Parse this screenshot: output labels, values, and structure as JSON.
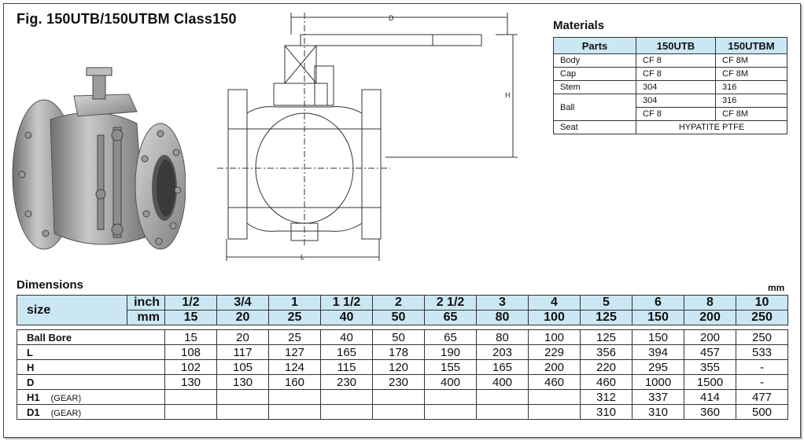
{
  "figure": {
    "title": "Fig. 150UTB/150UTBM  Class150",
    "dim_labels": {
      "d": "D",
      "h": "H",
      "l": "L"
    }
  },
  "materials": {
    "title": "Materials",
    "headers": [
      "Parts",
      "150UTB",
      "150UTBM"
    ],
    "rows": [
      {
        "part": "Body",
        "utb": "CF 8",
        "utbm": "CF 8M"
      },
      {
        "part": "Cap",
        "utb": "CF 8",
        "utbm": "CF 8M"
      },
      {
        "part": "Stem",
        "utb": "304",
        "utbm": "316"
      },
      {
        "part": "Ball",
        "utb": "304",
        "utbm": "316",
        "utb2": "CF 8",
        "utbm2": "CF 8M"
      },
      {
        "part": "Seat",
        "span": "HYPATITE PTFE"
      }
    ]
  },
  "dimensions": {
    "title": "Dimensions",
    "unit": "mm",
    "size_label": "size",
    "inch_label": "inch",
    "mm_label": "mm",
    "sizes_inch": [
      "1/2",
      "3/4",
      "1",
      "1 1/2",
      "2",
      "2 1/2",
      "3",
      "4",
      "5",
      "6",
      "8",
      "10"
    ],
    "sizes_mm": [
      "15",
      "20",
      "25",
      "40",
      "50",
      "65",
      "80",
      "100",
      "125",
      "150",
      "200",
      "250"
    ],
    "rows": [
      {
        "label": "Ball  Bore",
        "values": [
          "15",
          "20",
          "25",
          "40",
          "50",
          "65",
          "80",
          "100",
          "125",
          "150",
          "200",
          "250"
        ]
      },
      {
        "label": "L",
        "values": [
          "108",
          "117",
          "127",
          "165",
          "178",
          "190",
          "203",
          "229",
          "356",
          "394",
          "457",
          "533"
        ]
      },
      {
        "label": "H",
        "values": [
          "102",
          "105",
          "124",
          "115",
          "120",
          "155",
          "165",
          "200",
          "220",
          "295",
          "355",
          "-"
        ]
      },
      {
        "label": "D",
        "values": [
          "130",
          "130",
          "160",
          "230",
          "230",
          "400",
          "400",
          "460",
          "460",
          "1000",
          "1500",
          "-"
        ]
      },
      {
        "label": "H1",
        "sub": "(GEAR)",
        "values": [
          "",
          "",
          "",
          "",
          "",
          "",
          "",
          "",
          "312",
          "337",
          "414",
          "477"
        ]
      },
      {
        "label": "D1",
        "sub": "(GEAR)",
        "values": [
          "",
          "",
          "",
          "",
          "",
          "",
          "",
          "",
          "310",
          "310",
          "360",
          "500"
        ]
      }
    ]
  }
}
